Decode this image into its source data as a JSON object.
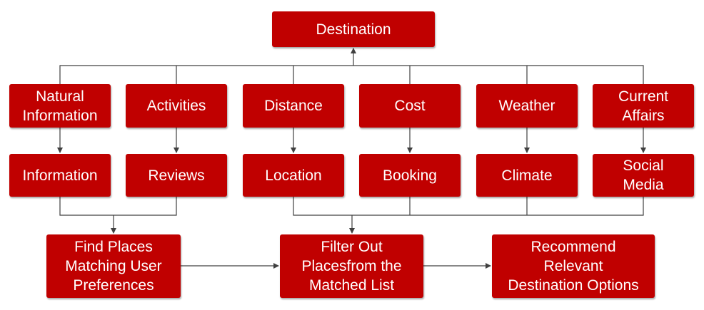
{
  "colors": {
    "box_fill": "#c00000",
    "box_text": "#ffffff",
    "connector": "#404040",
    "background": "#ffffff"
  },
  "nodes": {
    "destination": "Destination",
    "natural_information": "Natural\nInformation",
    "activities": "Activities",
    "distance": "Distance",
    "cost": "Cost",
    "weather": "Weather",
    "current_affairs": "Current\nAffairs",
    "information": "Information",
    "reviews": "Reviews",
    "location": "Location",
    "booking": "Booking",
    "climate": "Climate",
    "social_media": "Social\nMedia",
    "find_places": "Find Places\nMatching User\nPreferences",
    "filter_out": "Filter Out\nPlacesfrom the\nMatched List",
    "recommend": "Recommend\nRelevant\nDestination Options"
  }
}
